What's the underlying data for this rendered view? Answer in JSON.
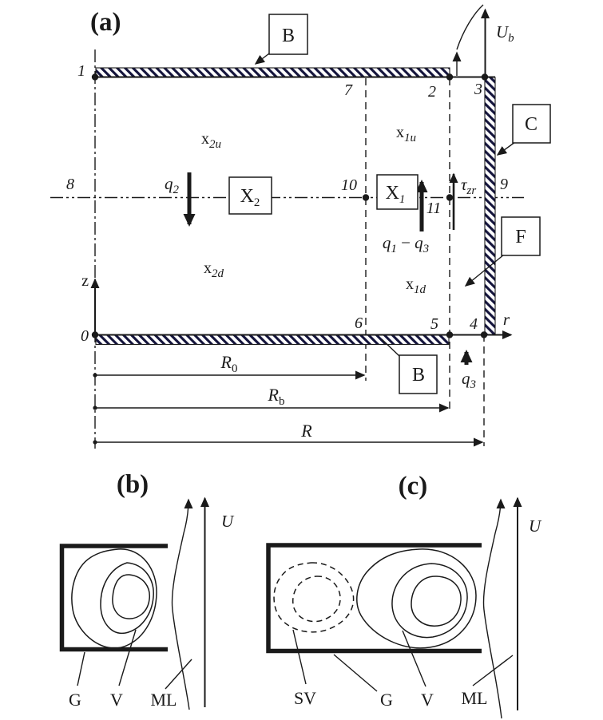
{
  "a": {
    "panel_label": "(a)",
    "points": {
      "p0": "0",
      "p1": "1",
      "p2": "2",
      "p3": "3",
      "p4": "4",
      "p5": "5",
      "p6": "6",
      "p7": "7",
      "p8": "8",
      "p9": "9",
      "p10": "10",
      "p11": "11"
    },
    "walls": {
      "top_label": "B",
      "side_label": "C",
      "flange_label": "F",
      "bottom_label": "B"
    },
    "axes": {
      "z": "z",
      "r": "r",
      "u_base": "U",
      "u_sub": "b"
    },
    "regions": {
      "x2u": {
        "base": "x",
        "sub": "2u"
      },
      "x1u": {
        "base": "x",
        "sub": "1u"
      },
      "x2d": {
        "base": "x",
        "sub": "2d"
      },
      "x1d": {
        "base": "x",
        "sub": "1d"
      }
    },
    "torque_boxes": {
      "x2": {
        "base": "X",
        "sub": "2"
      },
      "x1": {
        "base": "X",
        "sub": "1"
      }
    },
    "flux": {
      "q2": {
        "base": "q",
        "sub": "2"
      },
      "q3": {
        "base": "q",
        "sub": "3"
      },
      "q13": {
        "q1": "q",
        "s1": "1",
        "minus": " − ",
        "q2": "q",
        "s2": "3"
      },
      "tau": {
        "base": "τ",
        "sub": "zr"
      }
    },
    "dims": {
      "r0": {
        "base": "R",
        "sub": "0"
      },
      "rb": {
        "base": "R",
        "sub": "b"
      },
      "r": {
        "base": "R"
      }
    }
  },
  "b": {
    "panel_label": "(b)",
    "u_label": "U",
    "g": "G",
    "v": "V",
    "ml": "ML"
  },
  "c": {
    "panel_label": "(c)",
    "u_label": "U",
    "sv": "SV",
    "g": "G",
    "v": "V",
    "ml": "ML"
  },
  "colors": {
    "ink": "#1a1a1a",
    "hatch": "#14143c",
    "background": "#ffffff"
  }
}
